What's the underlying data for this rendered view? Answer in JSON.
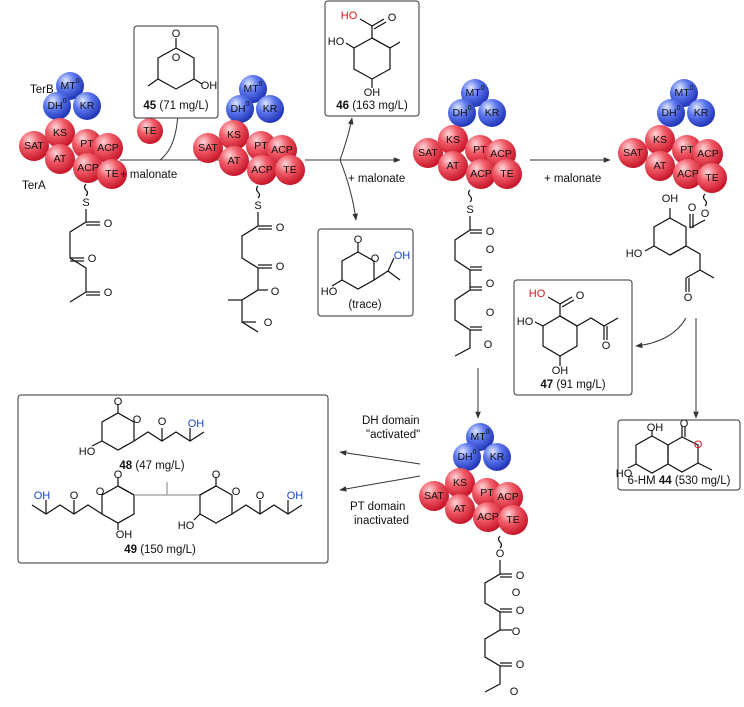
{
  "labels": {
    "terB": "TerB",
    "terA": "TerA",
    "te_free": "TE",
    "plus_malonate": "+ malonate",
    "trace": "(trace)",
    "dh_activated_line1": "DH domain",
    "dh_activated_line2": "\"activated\"",
    "pt_inactivated_line1": "PT domain",
    "pt_inactivated_line2": "inactivated",
    "hm_prefix": "6-HM"
  },
  "domains": {
    "SAT": "SAT",
    "KS": "KS",
    "AT": "AT",
    "PT": "PT",
    "ACP": "ACP",
    "TE": "TE",
    "MT": "MT",
    "DH": "DH",
    "KR": "KR",
    "zero": "0"
  },
  "atoms": {
    "O": "O",
    "OH": "OH",
    "HO": "HO",
    "S": "S"
  },
  "compounds": {
    "c45": {
      "num": "45",
      "yield": "(71 mg/L)"
    },
    "c46": {
      "num": "46",
      "yield": "(163 mg/L)"
    },
    "c47": {
      "num": "47",
      "yield": "(91 mg/L)"
    },
    "c44": {
      "num": "44",
      "yield": "(530 mg/L)"
    },
    "c48": {
      "num": "48",
      "yield": "(47 mg/L)"
    },
    "c49": {
      "num": "49",
      "yield": "(150 mg/L)"
    }
  },
  "colors": {
    "domain_red": "#e8394a",
    "domain_blue": "#3a55d8",
    "red_atom": "#e0141c",
    "blue_atom": "#1a47c9"
  }
}
